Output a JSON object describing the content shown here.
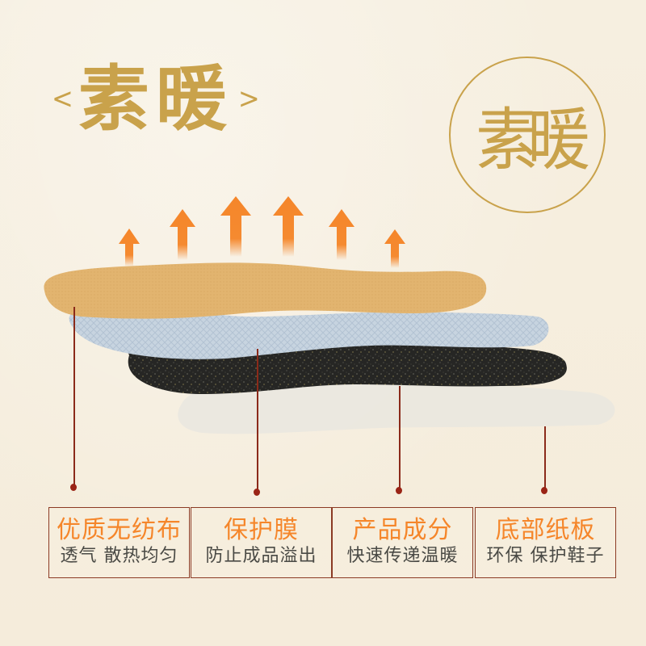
{
  "brand": {
    "title": "素暖",
    "bracket_left": "<",
    "bracket_right": ">",
    "seal_text": "素暖",
    "accent_color": "#c9a24b"
  },
  "illustration": {
    "heat_arrows_color": "#f5862a",
    "arrow_count": 6,
    "layers": [
      {
        "name": "non-woven-fabric",
        "color": "#e2b46f"
      },
      {
        "name": "protective-film",
        "color": "#c6d3df"
      },
      {
        "name": "product-ingredient",
        "color": "#2a2a28"
      },
      {
        "name": "bottom-paperboard",
        "color": "#e9e6df"
      }
    ]
  },
  "features": [
    {
      "title": "优质无纺布",
      "subtitle": "透气 散热均匀"
    },
    {
      "title": "保护膜",
      "subtitle": "防止成品溢出"
    },
    {
      "title": "产品成分",
      "subtitle": "快速传递温暖"
    },
    {
      "title": "底部纸板",
      "subtitle": "环保 保护鞋子"
    }
  ],
  "colors": {
    "feature_title": "#f5862a",
    "feature_subtitle": "#4a4a45",
    "card_border": "#8b3a24",
    "leader_line": "#8b2a1a",
    "background": "#f6eedd"
  }
}
